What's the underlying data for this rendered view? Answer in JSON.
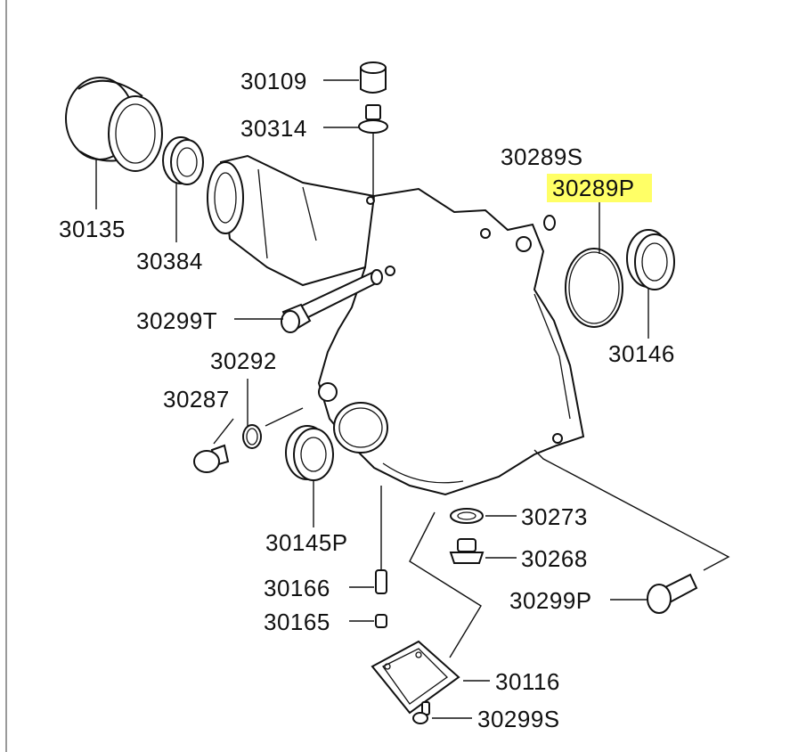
{
  "diagram": {
    "highlight_color": "#ffff66",
    "labels": [
      {
        "id": "30109",
        "text": "30109"
      },
      {
        "id": "30314",
        "text": "30314"
      },
      {
        "id": "30289S",
        "text": "30289S"
      },
      {
        "id": "30289P",
        "text": "30289P",
        "highlighted": true
      },
      {
        "id": "30135",
        "text": "30135"
      },
      {
        "id": "30384",
        "text": "30384"
      },
      {
        "id": "30146",
        "text": "30146"
      },
      {
        "id": "30299T",
        "text": "30299T"
      },
      {
        "id": "30292",
        "text": "30292"
      },
      {
        "id": "30287",
        "text": "30287"
      },
      {
        "id": "30145P",
        "text": "30145P"
      },
      {
        "id": "30273",
        "text": "30273"
      },
      {
        "id": "30268",
        "text": "30268"
      },
      {
        "id": "30166",
        "text": "30166"
      },
      {
        "id": "30299P",
        "text": "30299P"
      },
      {
        "id": "30165",
        "text": "30165"
      },
      {
        "id": "30116",
        "text": "30116"
      },
      {
        "id": "30299S",
        "text": "30299S"
      }
    ]
  }
}
